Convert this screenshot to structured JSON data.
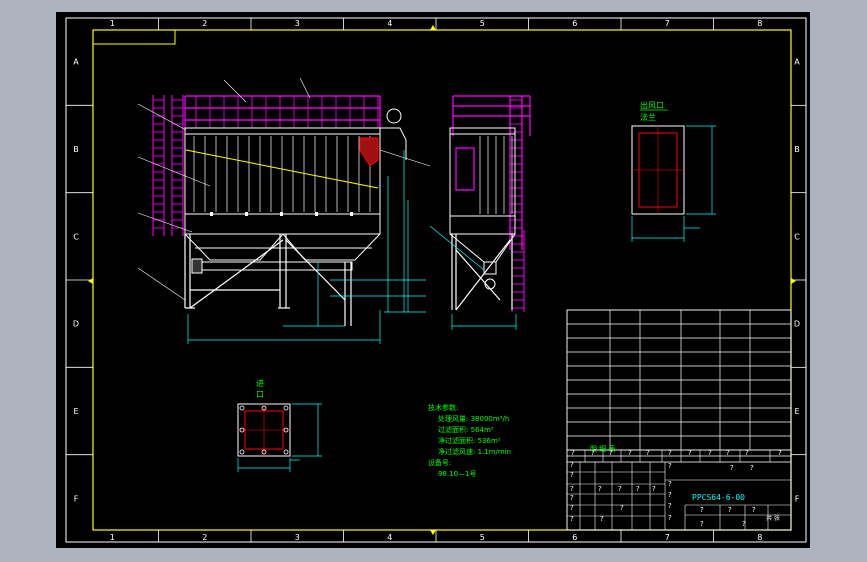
{
  "colors": {
    "background": "#aeb4bf",
    "sheet": "#000000",
    "frame": "#ffffff",
    "border": "#ffff00",
    "structure": "#ffffff",
    "magenta": "#ff00ff",
    "cyan": "#00ffff",
    "red": "#ff0000",
    "green": "#00ff00",
    "annotation": "#ffff00"
  },
  "frame": {
    "columns": [
      "1",
      "2",
      "3",
      "4",
      "5",
      "6",
      "7",
      "8"
    ],
    "rows": [
      "A",
      "B",
      "C",
      "D",
      "E",
      "F"
    ]
  },
  "views": {
    "front_elevation": {
      "name": "front-elevation-view"
    },
    "side_elevation": {
      "name": "side-elevation-view"
    },
    "outlet_detail": {
      "title_line1": "出风口",
      "title_line2": "法兰"
    },
    "inlet_detail": {
      "title_line1": "进",
      "title_line2": "口"
    }
  },
  "technical_notes": {
    "lines": [
      "技术参数:",
      "处理风量: 38000m³/h",
      "过滤面积: 564m²",
      "净过滤面积: 536m²",
      "净过滤风速: 1.1m/min",
      "设备号:",
      "98.10—1号"
    ]
  },
  "title_block": {
    "header": "明 细 表",
    "drawing_number": "PPCS64-6-00",
    "placeholder": "?",
    "sheet_mark": "共 张"
  }
}
